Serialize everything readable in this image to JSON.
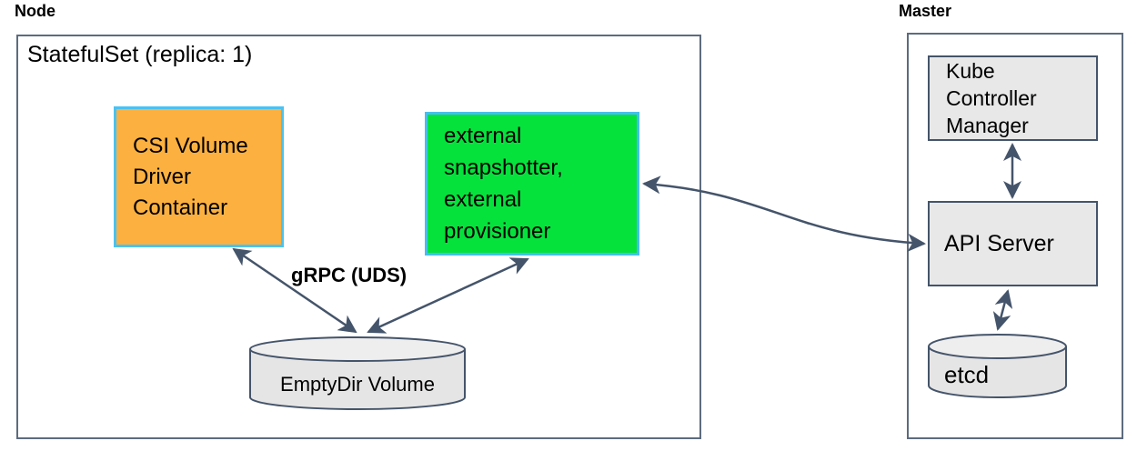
{
  "node_section": {
    "label": "Node",
    "statefulset_label": "StatefulSet (replica: 1)",
    "csi_driver_box": "CSI Volume\nDriver\nContainer",
    "external_box": "external\nsnapshotter,\nexternal\nprovisioner",
    "grpc_label": "gRPC (UDS)",
    "emptydir_label": "EmptyDir Volume"
  },
  "master_section": {
    "label": "Master",
    "kube_controller_manager": "Kube\nController\nManager",
    "api_server": "API Server",
    "etcd": "etcd"
  },
  "colors": {
    "csi_fill": "#FBB040",
    "csi_border": "#4AC2F2",
    "external_fill": "#06E23C",
    "external_border": "#45BEF0",
    "gray_fill": "#E9E8E8",
    "cyl_fill": "#E6E5E5",
    "cyl_top_fill": "#EFEEEE",
    "shape_border": "#44546A",
    "arrow": "#44546A",
    "outer_border": "#5D6B7E"
  },
  "connections": [
    {
      "from": "csi-volume-driver-container",
      "to": "emptydir-volume",
      "type": "bidirectional",
      "label": "gRPC (UDS)"
    },
    {
      "from": "external-snapshotter-provisioner",
      "to": "emptydir-volume",
      "type": "bidirectional",
      "label": "gRPC (UDS)"
    },
    {
      "from": "external-snapshotter-provisioner",
      "to": "api-server",
      "type": "bidirectional"
    },
    {
      "from": "kube-controller-manager",
      "to": "api-server",
      "type": "bidirectional"
    },
    {
      "from": "api-server",
      "to": "etcd",
      "type": "bidirectional"
    }
  ]
}
